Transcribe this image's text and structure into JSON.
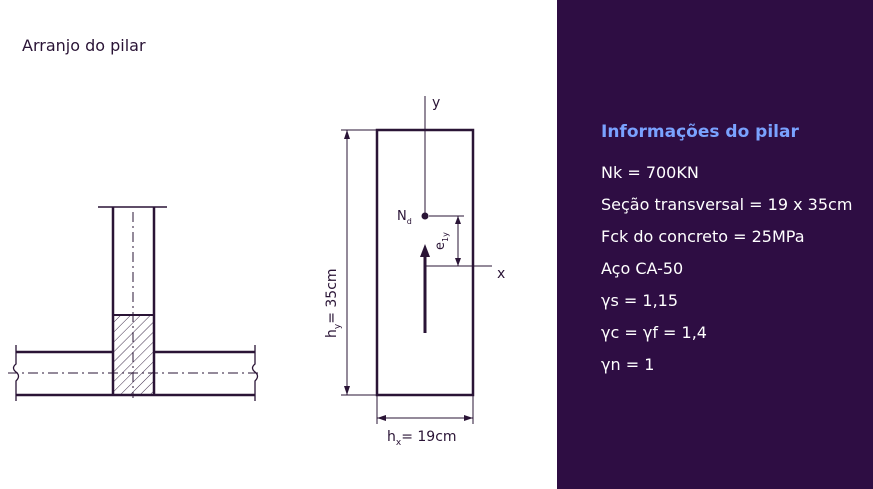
{
  "slide": {
    "title": "Arranjo do pilar"
  },
  "section": {
    "y_axis": "y",
    "x_axis": "x",
    "load_label": "N",
    "load_sub": "d",
    "ecc_label": "e",
    "ecc_sub": "1y",
    "hy_label": "h",
    "hy_sub": "y",
    "hy_value": "= 35cm",
    "hx_label": "h",
    "hx_sub": "x",
    "hx_value": "= 19cm"
  },
  "info": {
    "title": "Informações do pilar",
    "items": [
      "Nk = 700KN",
      "Seção transversal = 19 x 35cm",
      "Fck do concreto = 25MPa",
      "Aço CA-50",
      "γs = 1,15",
      "γc = γf = 1,4",
      "γn = 1"
    ]
  },
  "colors": {
    "panel_bg": "#2e0d43",
    "info_title": "#7aa2ff",
    "drawing": "#2a1436"
  }
}
